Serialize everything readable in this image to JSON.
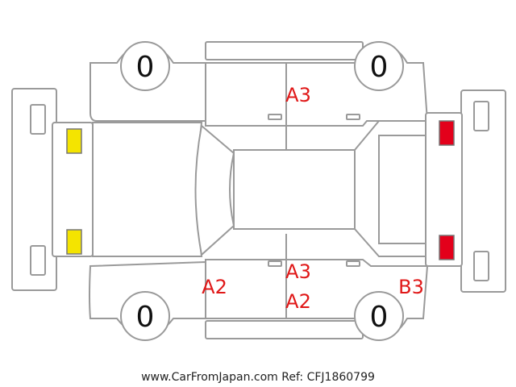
{
  "tires": {
    "front_left": "0",
    "rear_left": "0",
    "front_right": "0",
    "rear_right": "0"
  },
  "damage": {
    "right_doors": "A3",
    "left_front_door": "A2",
    "left_rear_door_1": "A3",
    "left_rear_door_2": "A2",
    "left_rear_quarter": "B3"
  },
  "marker_colors": {
    "front_lights": "#f4e400",
    "rear_lights": "#e3001b"
  },
  "footer": "www.CarFromJapan.com Ref: CFJ1860799"
}
